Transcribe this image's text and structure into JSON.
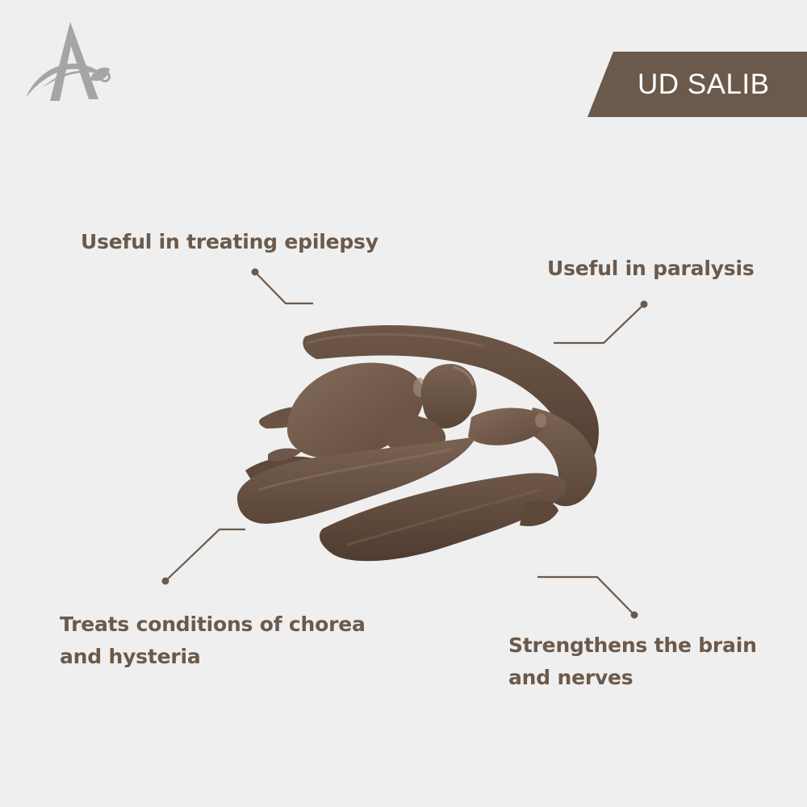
{
  "banner": {
    "title": "UD SALIB"
  },
  "callouts": {
    "epilepsy": [
      "Useful in treating epilepsy"
    ],
    "paralysis": [
      "Useful in paralysis"
    ],
    "chorea": [
      "Treats conditions of chorea",
      "and hysteria"
    ],
    "brain": [
      "Strengthens the brain",
      "and nerves"
    ]
  },
  "brand": {
    "logo_icon": "leaf-a-logo-icon",
    "logo_color": "#a5a5a5",
    "accent_color": "#6b5a4b"
  },
  "product": {
    "icon": "dried-root-image"
  }
}
